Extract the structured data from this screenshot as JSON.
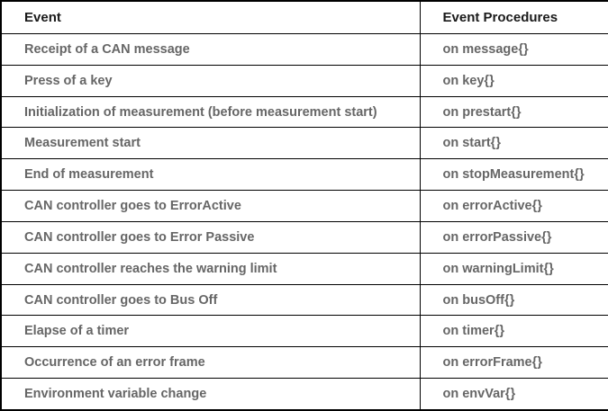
{
  "table": {
    "columns": [
      {
        "label": "Event"
      },
      {
        "label": "Event Procedures"
      }
    ],
    "rows": [
      {
        "event": "Receipt of a CAN message",
        "procedure": "on message{}"
      },
      {
        "event": "Press of a key",
        "procedure": "on key{}"
      },
      {
        "event": "Initialization of measurement (before measurement start)",
        "procedure": "on prestart{}"
      },
      {
        "event": "Measurement start",
        "procedure": "on start{}"
      },
      {
        "event": "End of measurement",
        "procedure": "on stopMeasurement{}"
      },
      {
        "event": "CAN controller goes to ErrorActive",
        "procedure": "on errorActive{}"
      },
      {
        "event": "CAN controller goes to Error Passive",
        "procedure": "on errorPassive{}"
      },
      {
        "event": "CAN controller reaches the warning limit",
        "procedure": "on warningLimit{}"
      },
      {
        "event": "CAN controller goes to Bus Off",
        "procedure": "on busOff{}"
      },
      {
        "event": "Elapse of a timer",
        "procedure": "on timer{}"
      },
      {
        "event": "Occurrence of an error frame",
        "procedure": "on errorFrame{}"
      },
      {
        "event": "Environment variable change",
        "procedure": "on envVar{}"
      }
    ],
    "colors": {
      "header_text": "#1a1a1a",
      "body_text": "#666666",
      "border": "#000000",
      "background": "#ffffff"
    }
  }
}
